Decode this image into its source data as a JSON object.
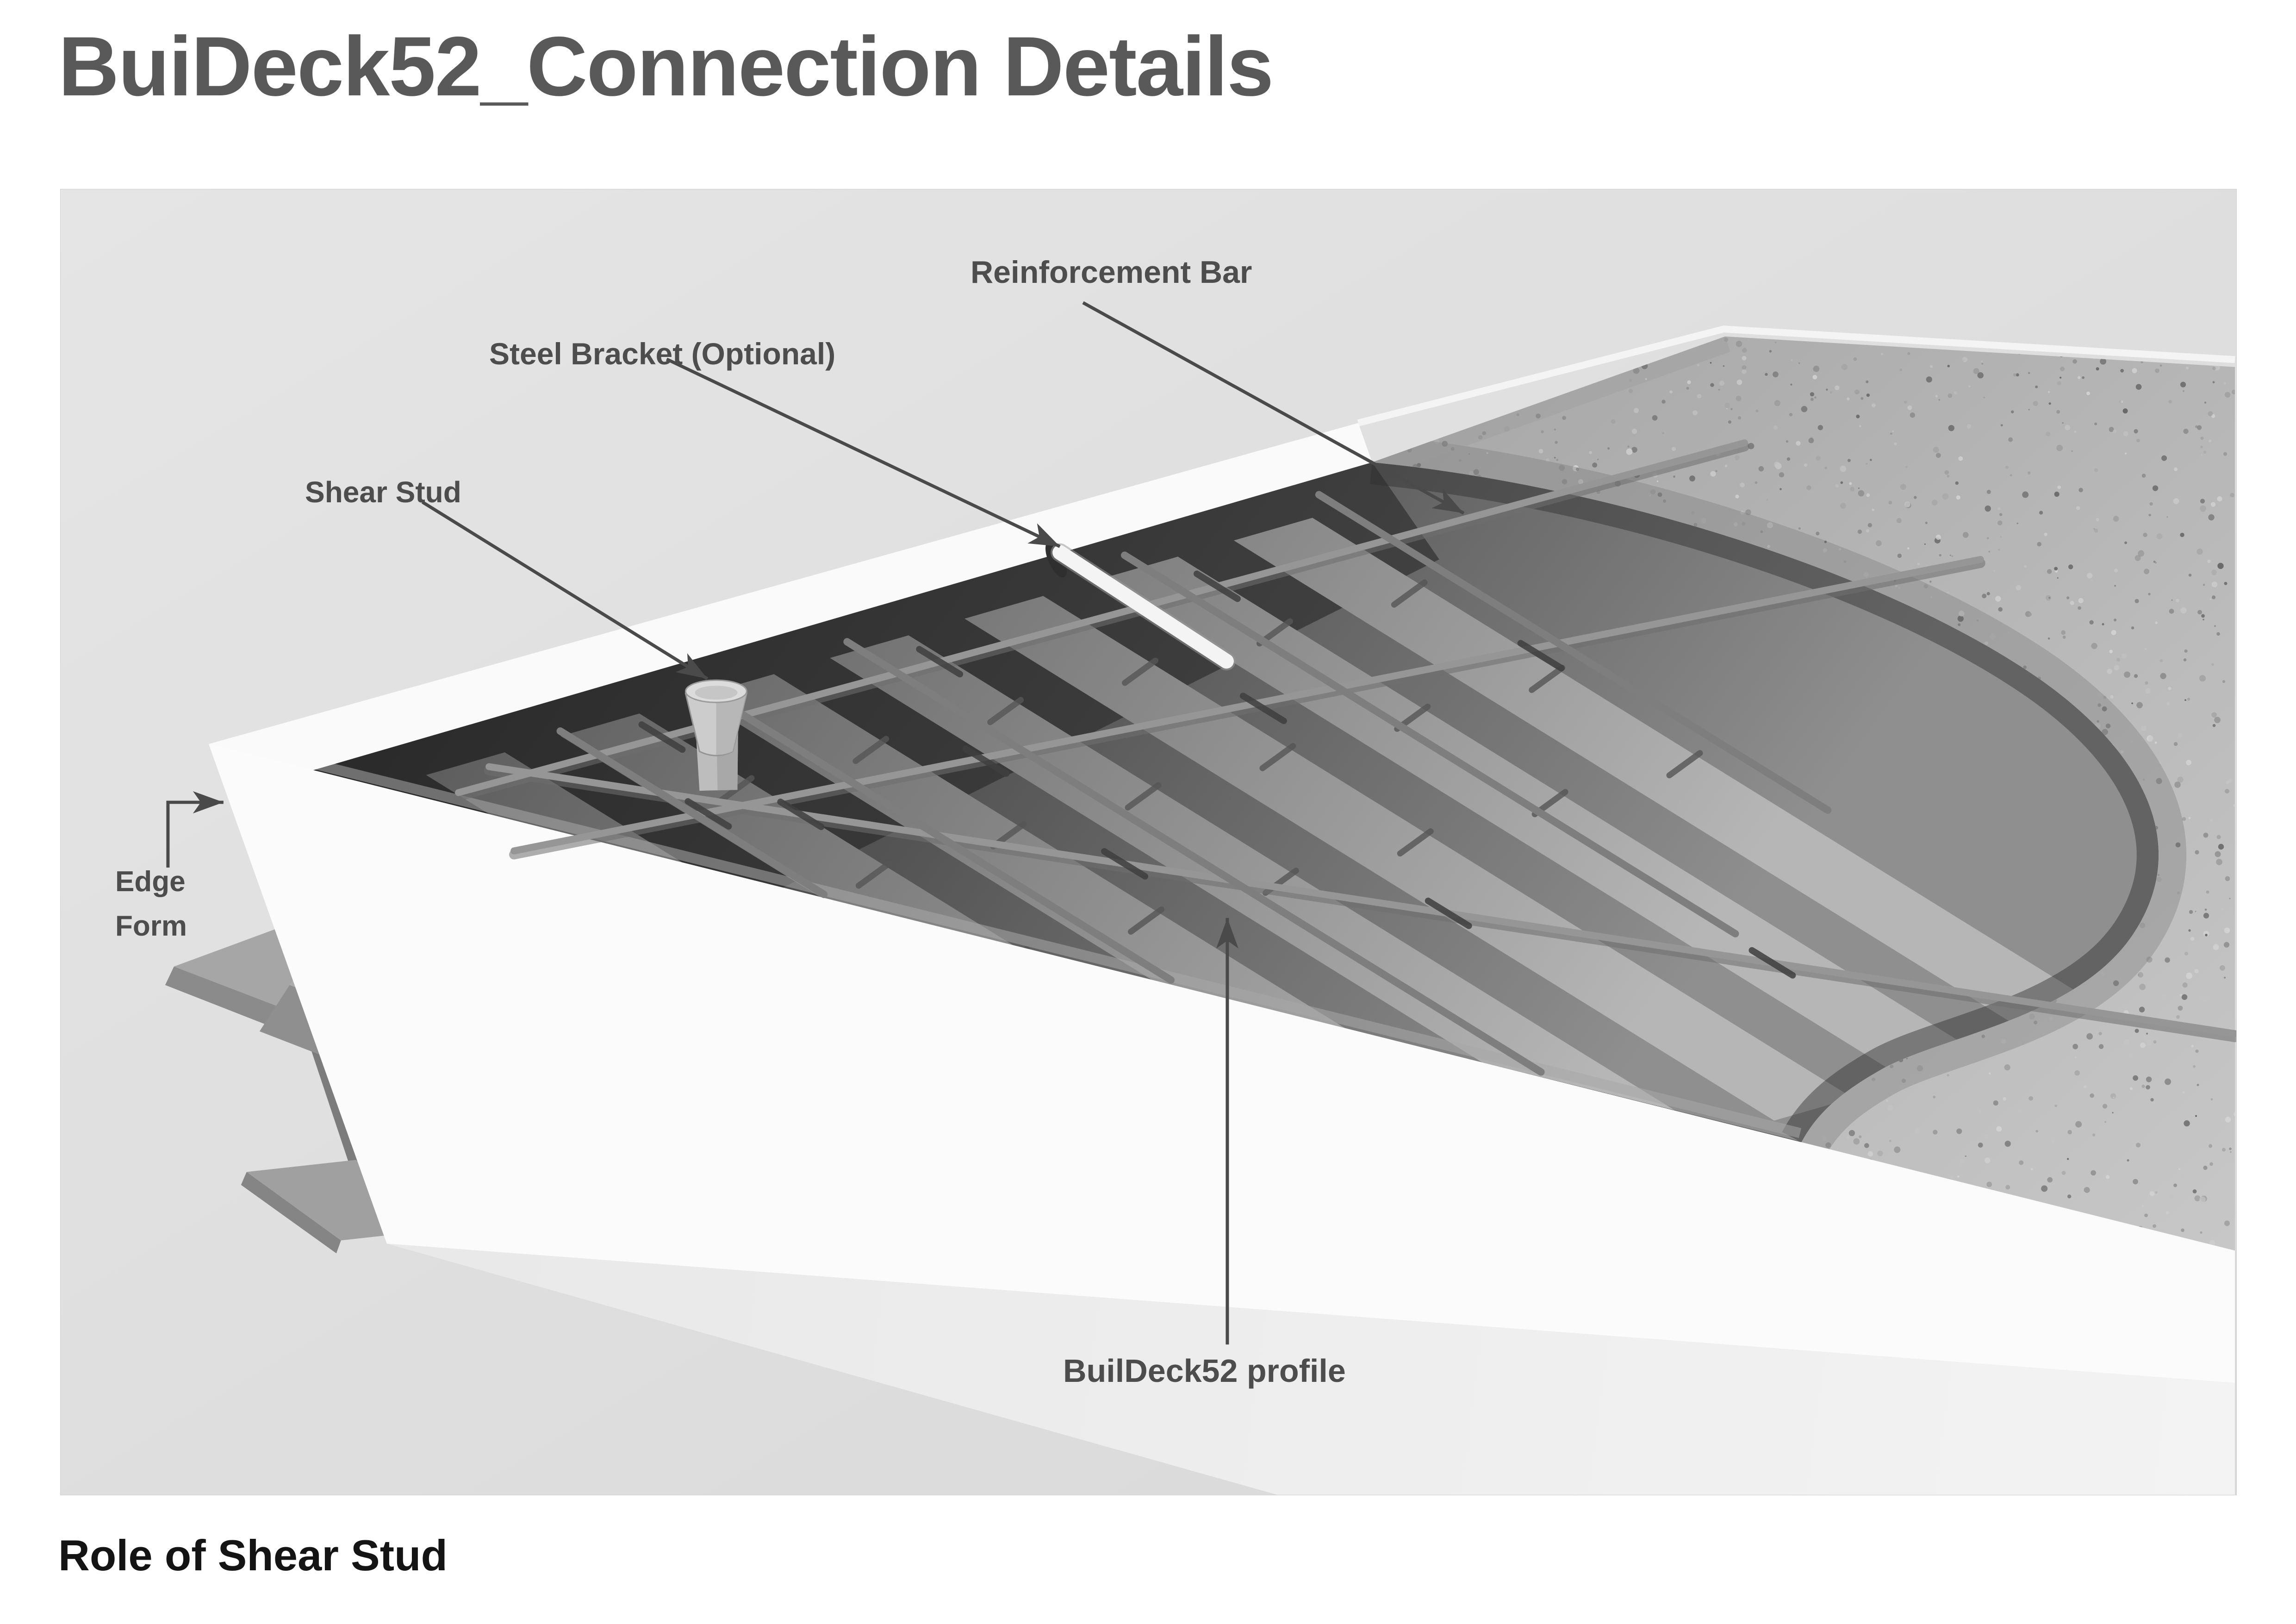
{
  "page": {
    "title": "BuiDeck52_Connection Details",
    "section_heading": "Role of Shear Stud"
  },
  "figure": {
    "description": "3D cutaway illustration of a BuilDeck52 composite floor slab on a steel beam",
    "labels": {
      "reinforcement_bar": "Reinforcement Bar",
      "steel_bracket": "Steel Bracket (Optional)",
      "shear_stud": "Shear Stud",
      "edge_form": "Edge\nForm",
      "deck_profile": "BuilDeck52 profile"
    },
    "colors": {
      "figure_background": "#dfdfdf",
      "title_text": "#595959",
      "label_text": "#4d4d4d",
      "heading_text": "#141414",
      "annotation_arrow": "#4a4a4a",
      "concrete_surface": "#b7b7b7",
      "deck_cavity_dark": "#3a3a3a",
      "edge_form_white": "#fafafa",
      "steel_gray": "#8c8c8c"
    }
  }
}
